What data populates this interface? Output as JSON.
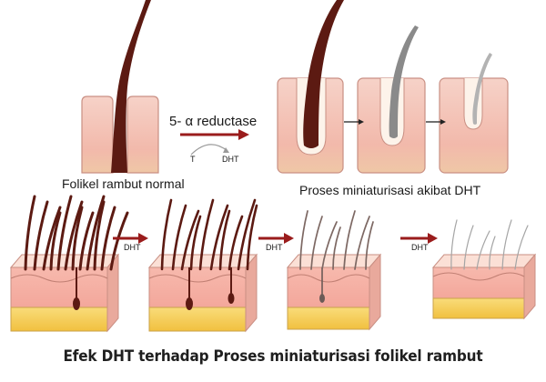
{
  "labels": {
    "normal_follicle": "Folikel rambut normal",
    "enzyme": "5- α reductase",
    "testosterone": "T",
    "dht_small": "DHT",
    "miniaturization": "Proses miniaturisasi akibat DHT",
    "dht_arrows": [
      "DHT",
      "DHT",
      "DHT"
    ]
  },
  "caption": "Efek DHT terhadap Proses miniaturisasi folikel rambut",
  "colors": {
    "skin_light": "#f7d9cf",
    "skin": "#f2b9ab",
    "skin_stroke": "#c98f83",
    "fat": "#f5c94a",
    "hair_dark": "#5c1a12",
    "hair_grey": "#8a8a8a",
    "arrow": "#9a1c1c"
  }
}
